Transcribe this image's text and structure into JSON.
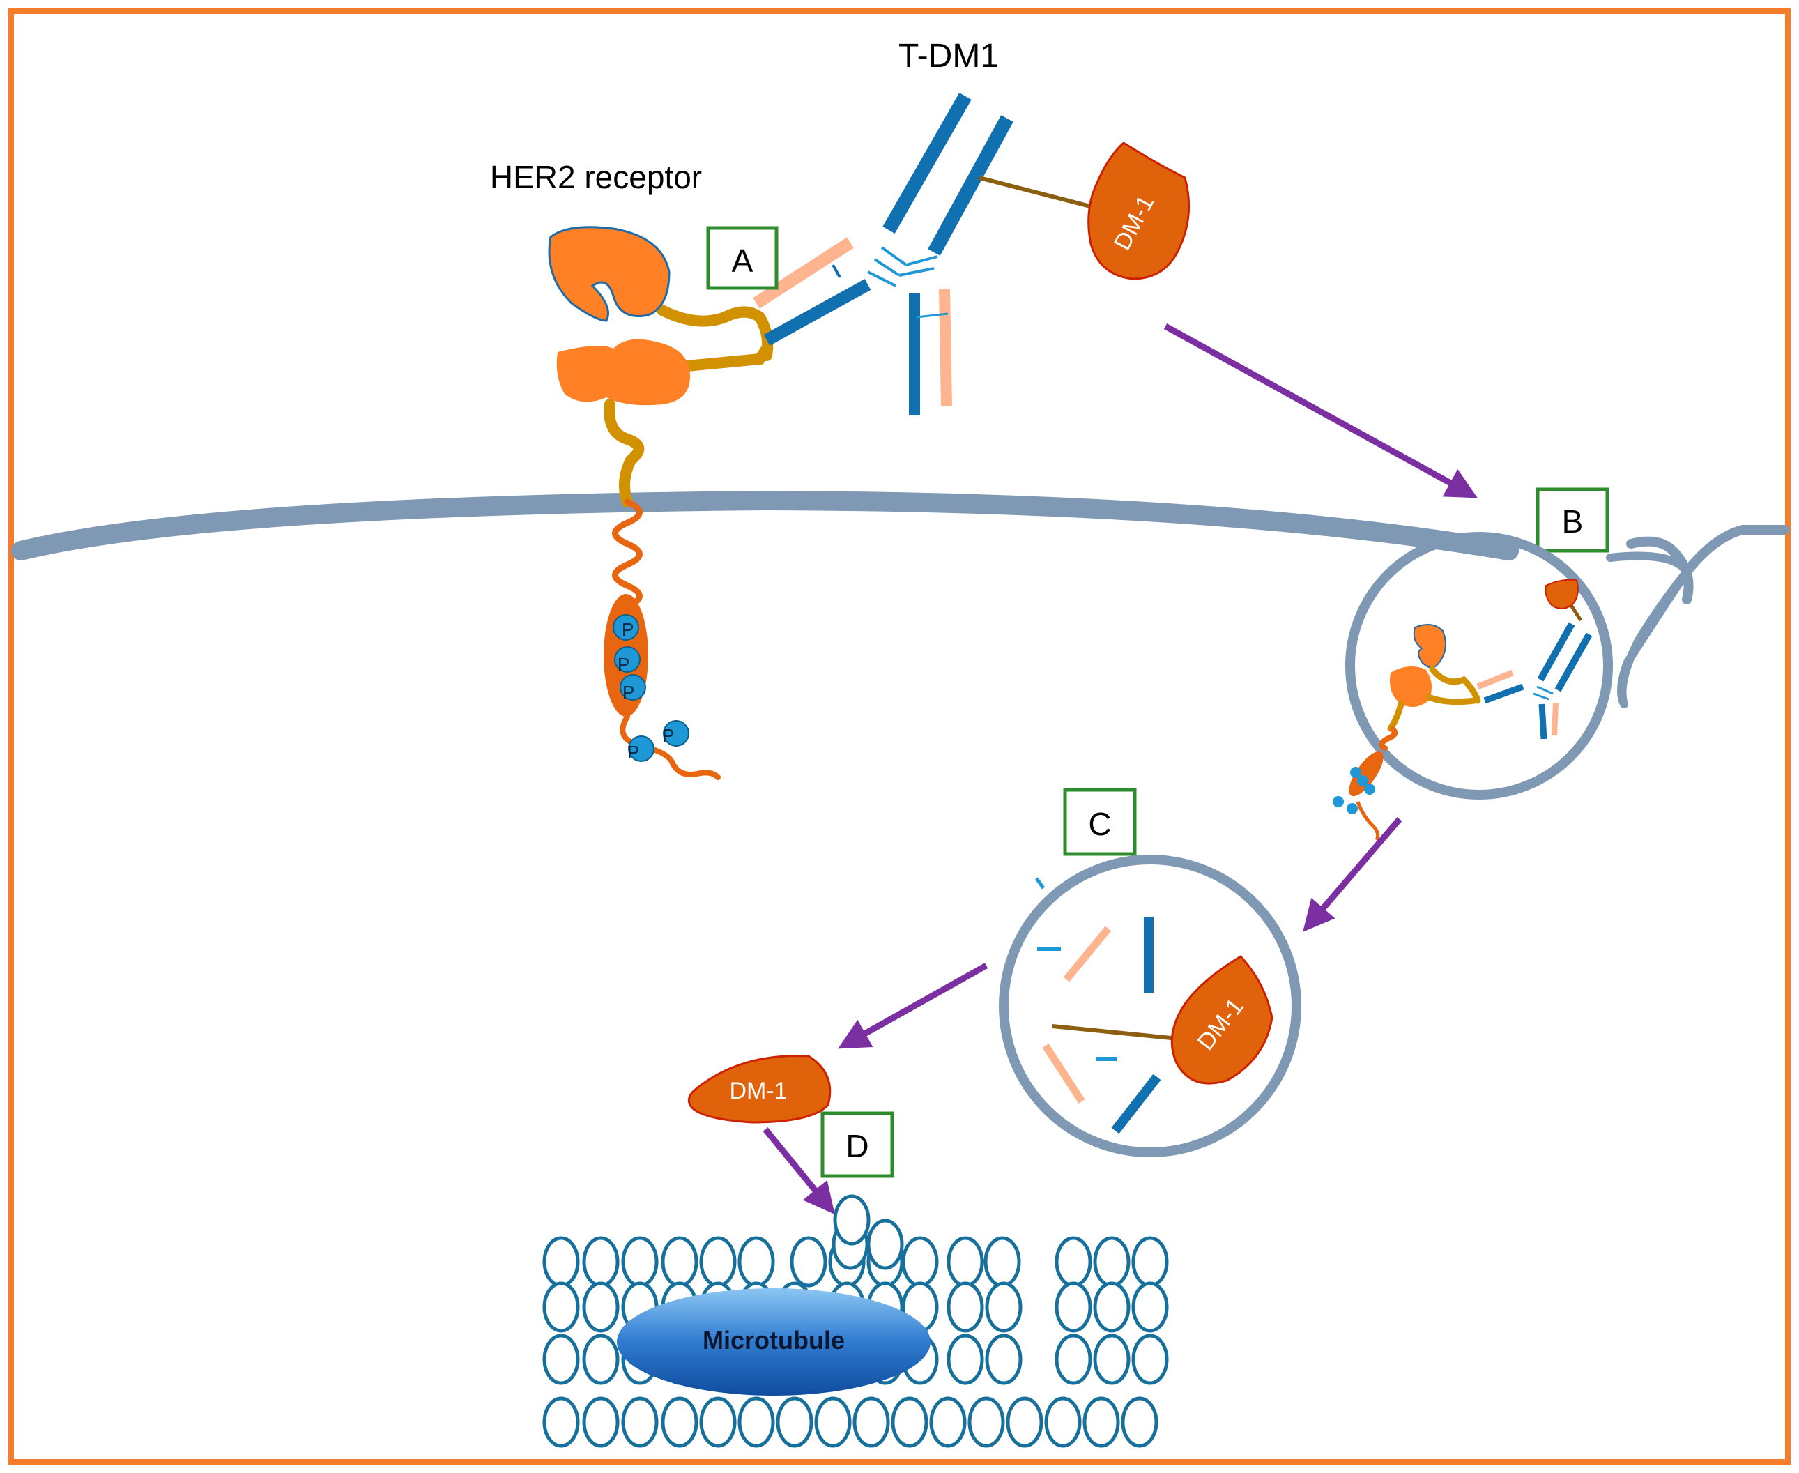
{
  "figure": {
    "title_label": "T-DM1",
    "receptor_label": "HER2 receptor",
    "step_labels": {
      "a": "A",
      "b": "B",
      "c": "C",
      "d": "D"
    },
    "payload_label": "DM-1",
    "phospho_label": "P",
    "microtubule_label": "Microtubule"
  },
  "colors": {
    "frame": "#F47C2A",
    "membrane": "#7F98B3",
    "receptor_domain": "#FF8025",
    "receptor_linker": "#D29200",
    "receptor_tail": "#E8660F",
    "antibody_heavy": "#1170B0",
    "antibody_light": "#FDB48F",
    "payload": "#E0620A",
    "payload_outline": "#CC2200",
    "phosphate": "#1E98D6",
    "arrow": "#7B2FA0",
    "label_box": "#2E8B2E",
    "tubulin": "#176F9C"
  }
}
